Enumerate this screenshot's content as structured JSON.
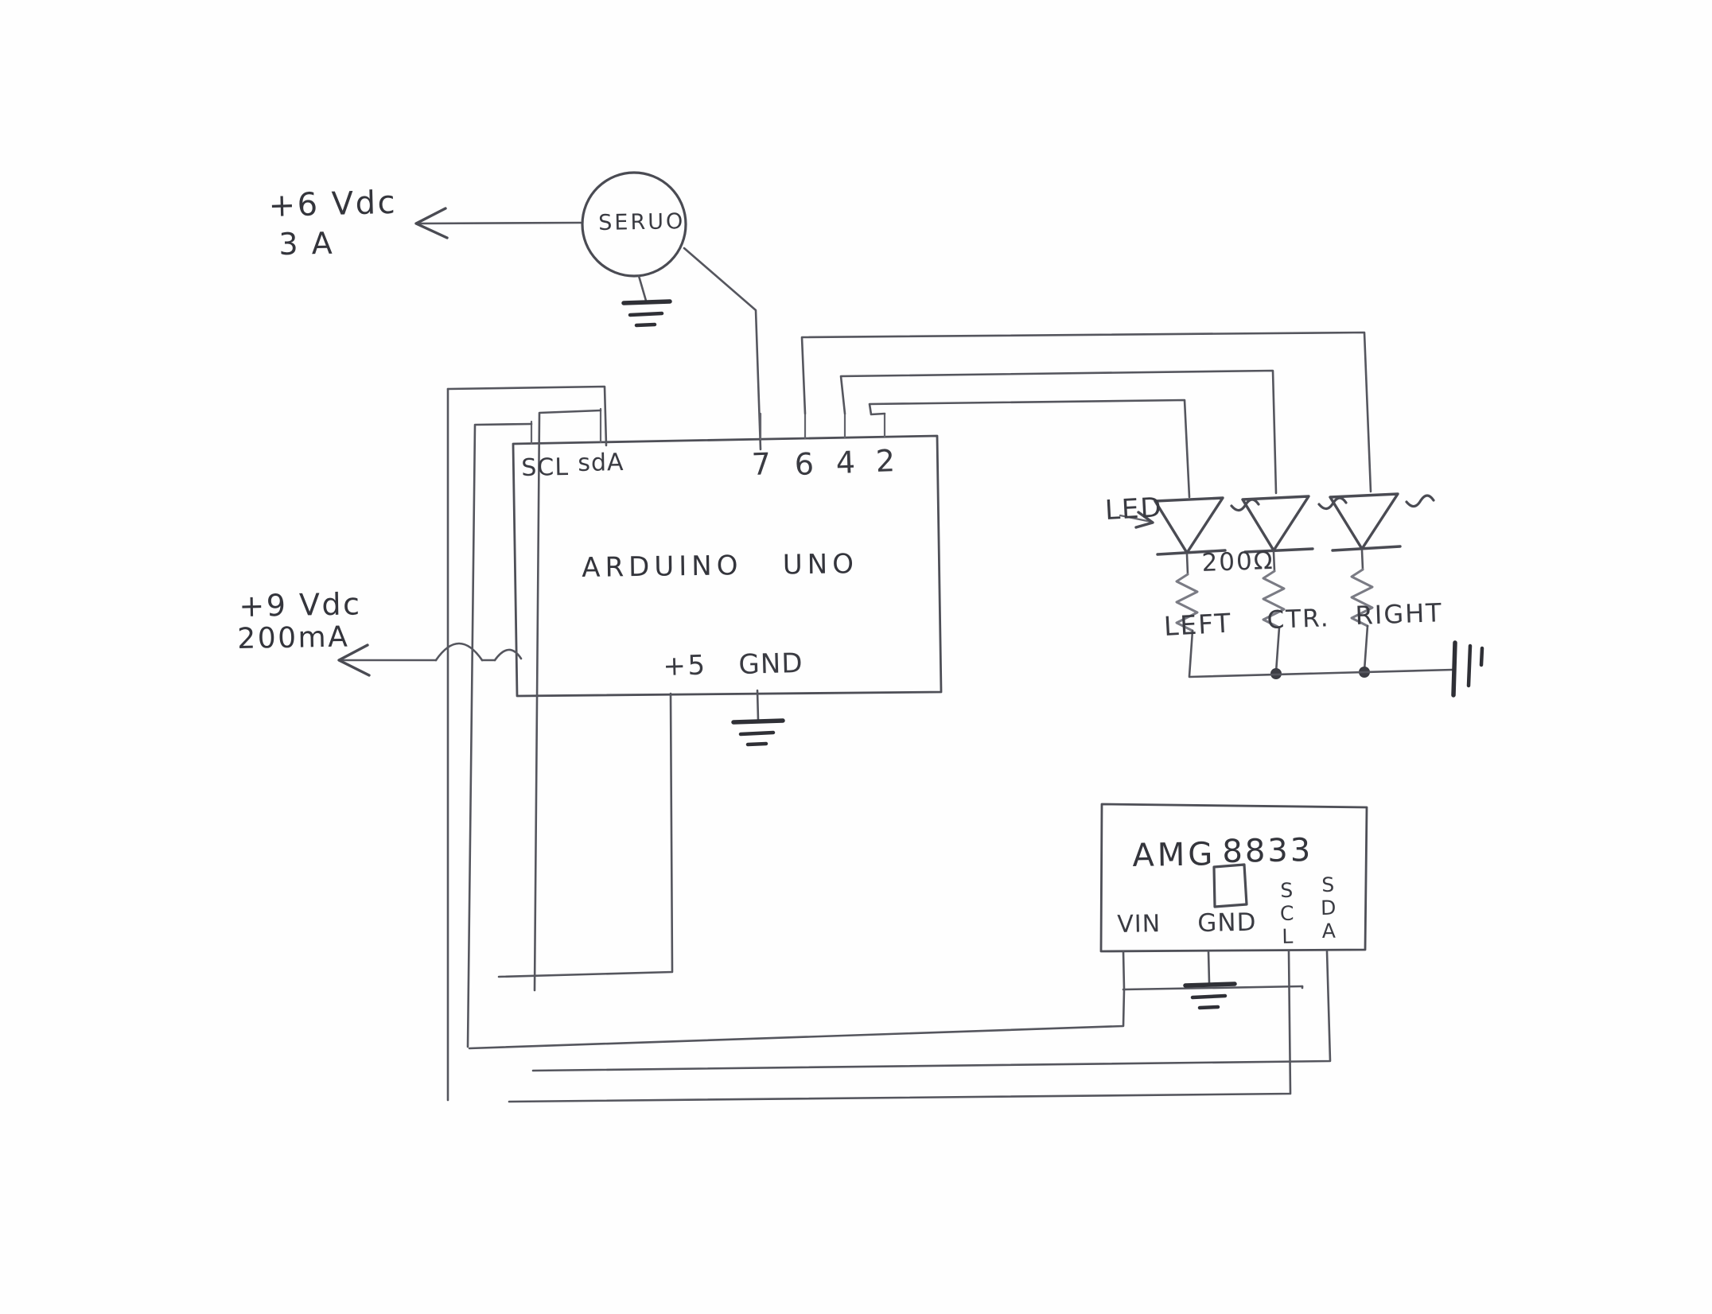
{
  "diagram": {
    "title": "Arduino Uno thermal-camera / servo schematic (hand drawn)",
    "ink_color": "#4a4b53",
    "paper_color": "#fefefe"
  },
  "power": {
    "servo_supply": {
      "voltage": "+6 Vdc",
      "current": "3 A"
    },
    "board_supply": {
      "voltage": "+9 Vdc",
      "current": "200mA"
    }
  },
  "components": {
    "servo": {
      "label": "SERUO"
    },
    "arduino": {
      "label": "ARDUINO   UNO",
      "top_left_pins": [
        "SCL",
        "sdA"
      ],
      "top_right_pins": [
        "7",
        "6",
        "4",
        "2"
      ],
      "bottom_pins": [
        "+5",
        "GND"
      ]
    },
    "sensor": {
      "label_a": "AMG",
      "label_b": "8833",
      "pins": [
        "VIN",
        "GND",
        "SCL",
        "SDA"
      ]
    },
    "leds": {
      "callout": "LED",
      "resistor_value": "200Ω",
      "items": [
        {
          "name": "LEFT"
        },
        {
          "name": "CTR."
        },
        {
          "name": "RIGHT"
        }
      ]
    }
  }
}
